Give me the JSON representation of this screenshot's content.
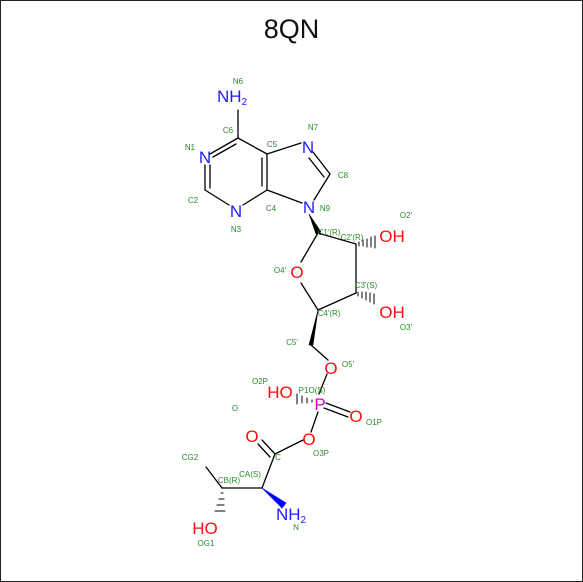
{
  "title": "8QN",
  "colors": {
    "bond": "#000000",
    "nitrogen": "#2020ff",
    "oxygen": "#ff0d0d",
    "phosphorus": "#cc00cc",
    "atom_name": "#2a8a2a"
  },
  "atom_labels": {
    "n6": "NH",
    "n6_sub": "2",
    "n1": "N",
    "n3": "N",
    "n7": "N",
    "n9": "N",
    "o4p": "O",
    "o2p": "OH",
    "o3p": "OH",
    "o5p": "O",
    "p": "P",
    "o1p": "O",
    "o3p_link": "O",
    "o2p_ho": "HO",
    "o_carbonyl": "O",
    "og1": "HO",
    "n": "NH",
    "n_sub": "2"
  },
  "atom_names": {
    "n6": "N6",
    "n1": "N1",
    "c6": "C6",
    "c5": "C5",
    "n7": "N7",
    "c8": "C8",
    "c2": "C2",
    "n3": "N3",
    "c4": "C4",
    "n9": "N9",
    "c1p": "C1'(R)",
    "o2p": "O2'",
    "c2p": "C2'(R)",
    "o4p": "O4'",
    "c3p": "C3'(S)",
    "c4p": "C4'(R)",
    "o3p": "O3'",
    "c5p": "C5'",
    "o5p": "O5'",
    "o2p_p": "O2P",
    "p1": "P1O(S)",
    "o1p": "O1P",
    "o_c": "O",
    "o3p_p": "O3P",
    "c": "C",
    "cg2": "CG2",
    "cb": "CB(R)",
    "ca": "CA(S)",
    "og1": "OG1",
    "n": "N"
  }
}
